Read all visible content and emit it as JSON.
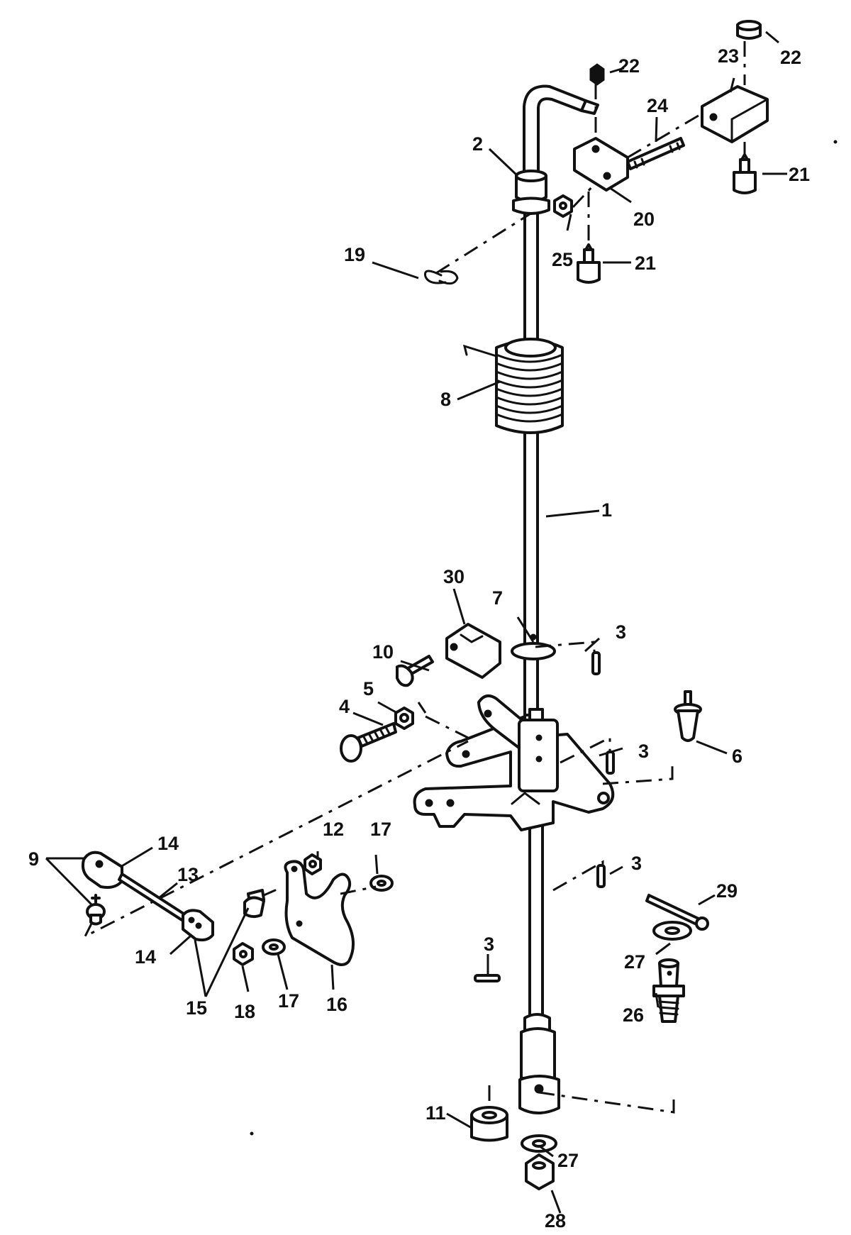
{
  "figure": {
    "type": "exploded-parts-diagram",
    "callouts": [
      {
        "id": "c1",
        "text": "1"
      },
      {
        "id": "c2",
        "text": "2"
      },
      {
        "id": "c3a",
        "text": "3"
      },
      {
        "id": "c3b",
        "text": "3"
      },
      {
        "id": "c3c",
        "text": "3"
      },
      {
        "id": "c3d",
        "text": "3"
      },
      {
        "id": "c4",
        "text": "4"
      },
      {
        "id": "c5",
        "text": "5"
      },
      {
        "id": "c6",
        "text": "6"
      },
      {
        "id": "c7",
        "text": "7"
      },
      {
        "id": "c8",
        "text": "8"
      },
      {
        "id": "c9",
        "text": "9"
      },
      {
        "id": "c10",
        "text": "10"
      },
      {
        "id": "c11",
        "text": "11"
      },
      {
        "id": "c12",
        "text": "12"
      },
      {
        "id": "c13",
        "text": "13"
      },
      {
        "id": "c14a",
        "text": "14"
      },
      {
        "id": "c14b",
        "text": "14"
      },
      {
        "id": "c15",
        "text": "15"
      },
      {
        "id": "c16",
        "text": "16"
      },
      {
        "id": "c17a",
        "text": "17"
      },
      {
        "id": "c17b",
        "text": "17"
      },
      {
        "id": "c18",
        "text": "18"
      },
      {
        "id": "c19",
        "text": "19"
      },
      {
        "id": "c20",
        "text": "20"
      },
      {
        "id": "c21a",
        "text": "21"
      },
      {
        "id": "c21b",
        "text": "21"
      },
      {
        "id": "c22a",
        "text": "22"
      },
      {
        "id": "c22b",
        "text": "22"
      },
      {
        "id": "c23",
        "text": "23"
      },
      {
        "id": "c24",
        "text": "24"
      },
      {
        "id": "c25",
        "text": "25"
      },
      {
        "id": "c26",
        "text": "26"
      },
      {
        "id": "c27a",
        "text": "27"
      },
      {
        "id": "c27b",
        "text": "27"
      },
      {
        "id": "c28",
        "text": "28"
      },
      {
        "id": "c29",
        "text": "29"
      },
      {
        "id": "c30",
        "text": "30"
      }
    ]
  }
}
